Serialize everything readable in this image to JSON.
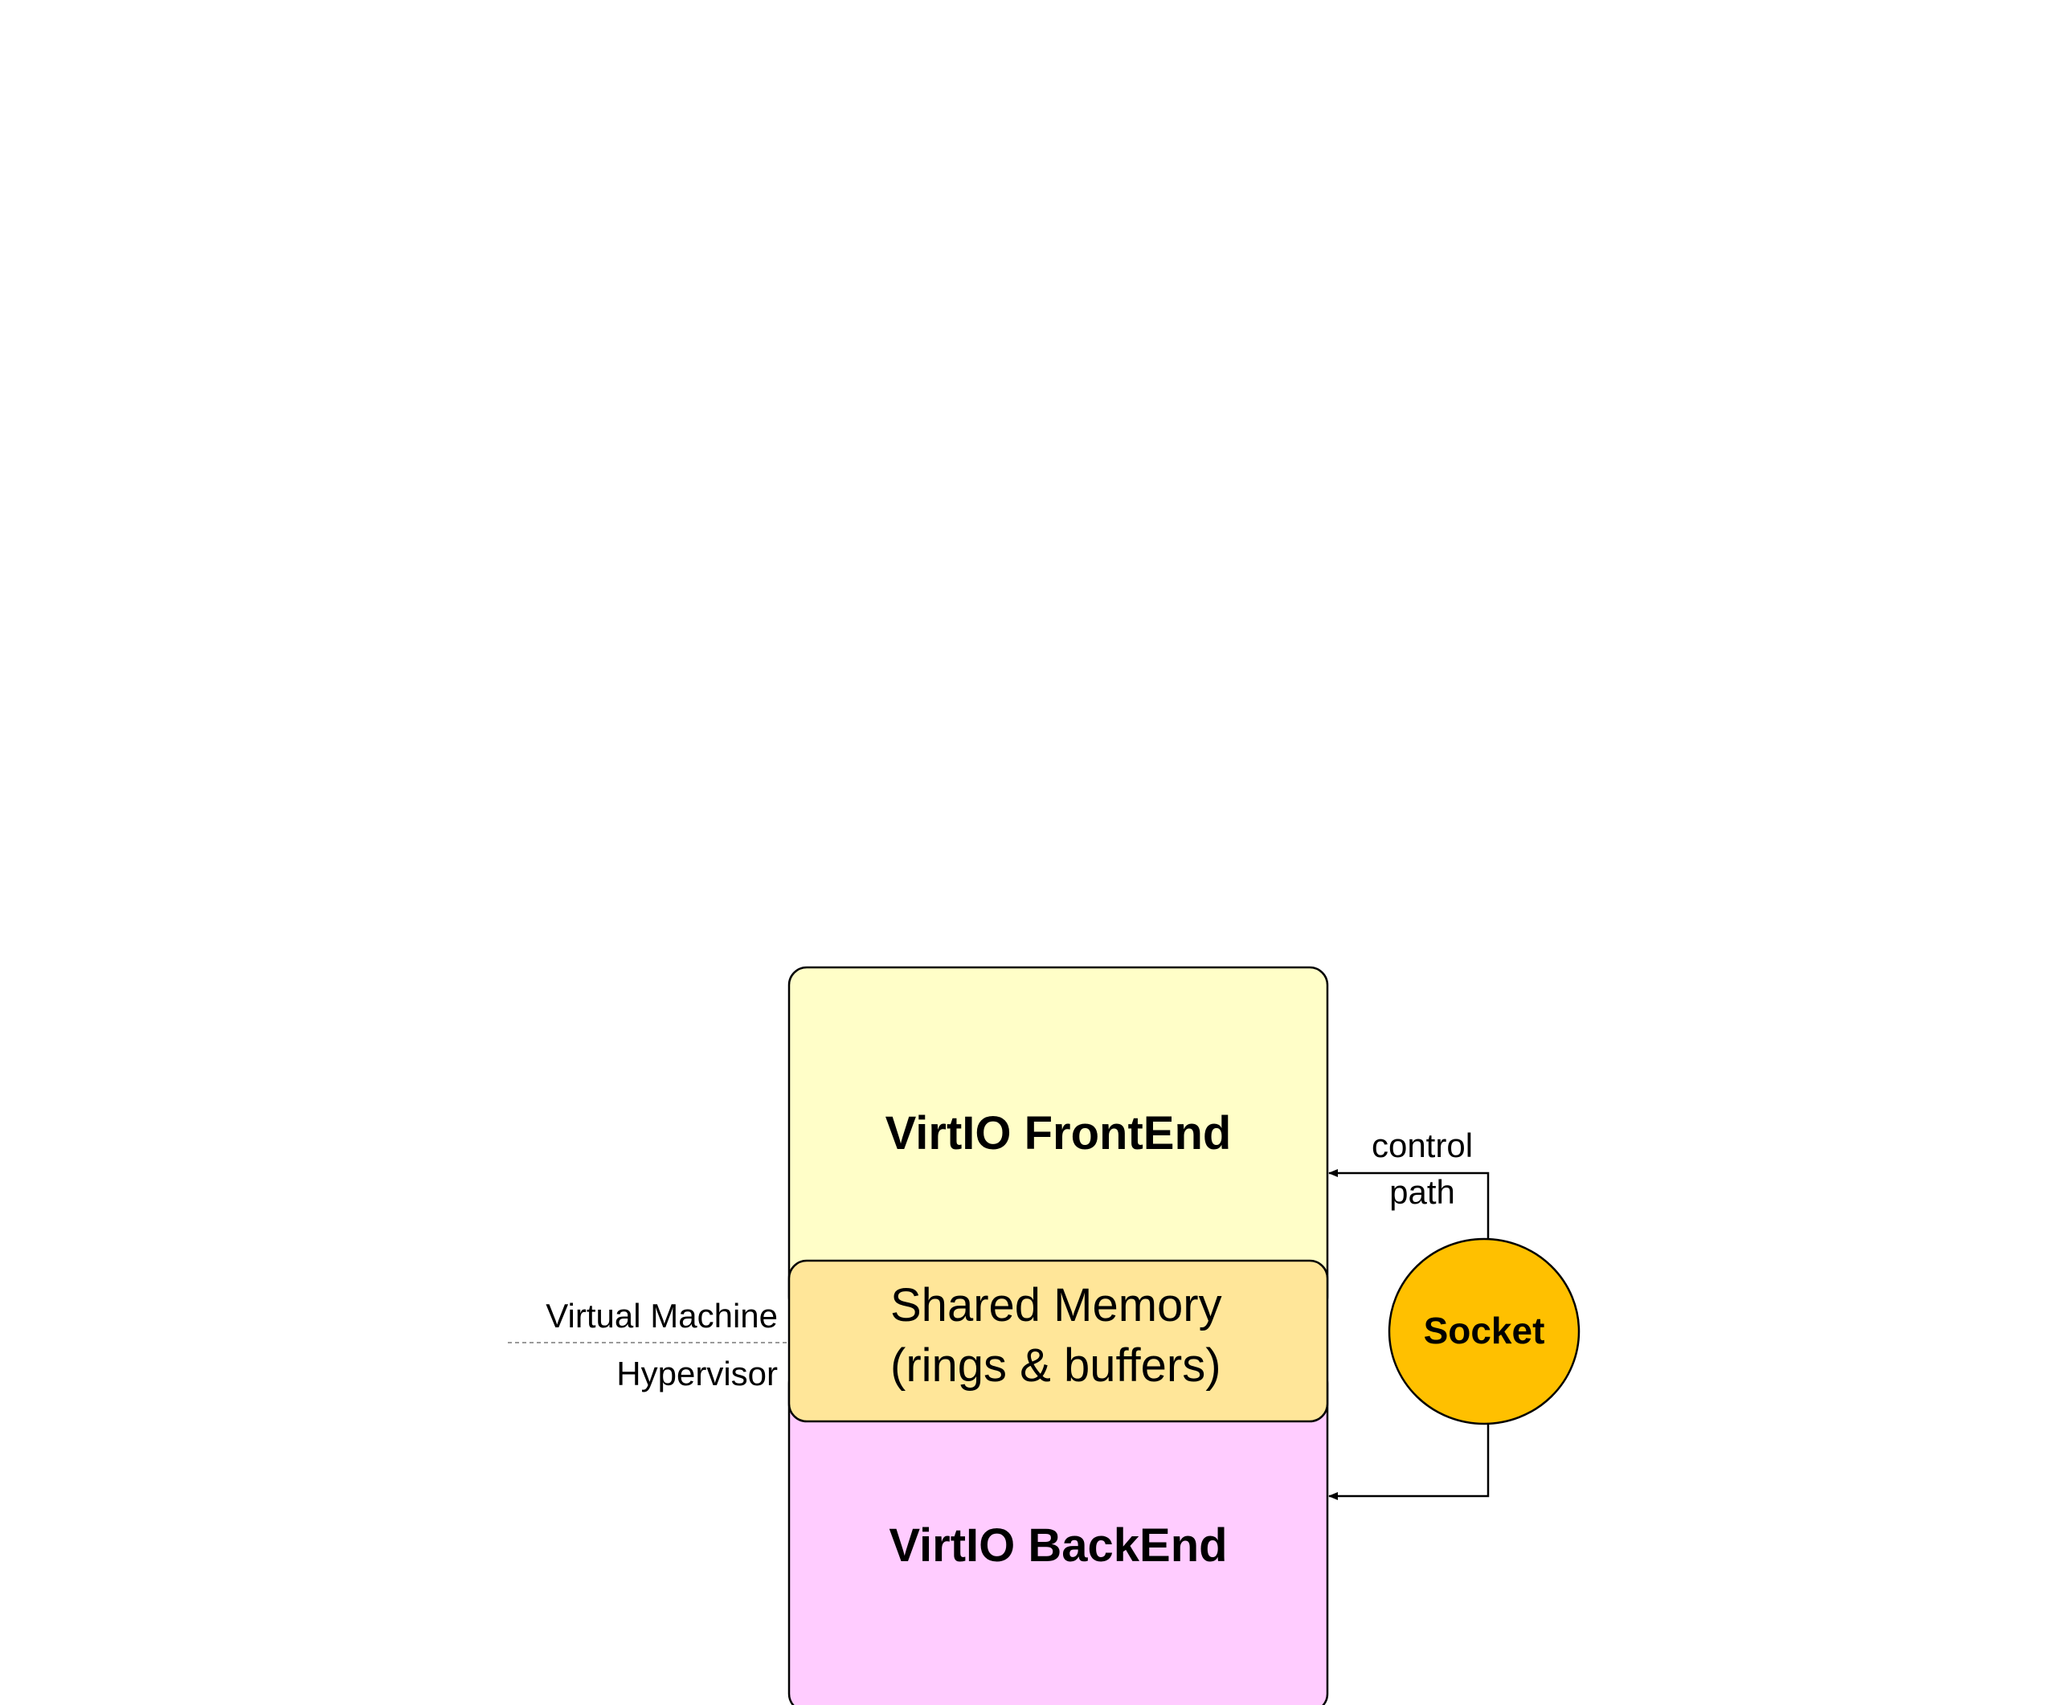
{
  "diagram": {
    "frontend": {
      "label": "VirtIO FrontEnd",
      "fill": "#FFFEC8"
    },
    "backend": {
      "label": "VirtIO BackEnd",
      "fill": "#FFCCFF"
    },
    "shared_memory": {
      "line1": "Shared Memory",
      "line2": "(rings & buffers)",
      "fill": "#FFE699"
    },
    "socket": {
      "label": "Socket",
      "fill": "#FFC000"
    },
    "control_path": {
      "line1": "control",
      "line2": "path"
    },
    "layers": {
      "upper": "Virtual Machine",
      "lower": "Hypervisor"
    }
  }
}
